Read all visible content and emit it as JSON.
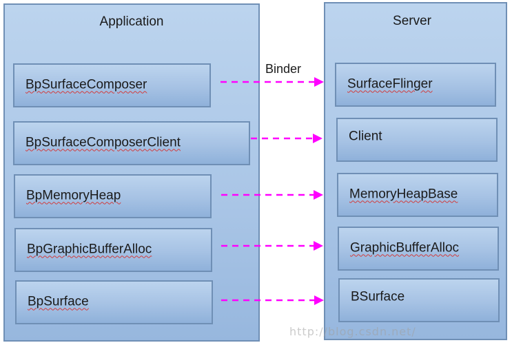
{
  "application": {
    "title": "Application",
    "components": [
      {
        "label": "BpSurfaceComposer"
      },
      {
        "label": "BpSurfaceComposerClient"
      },
      {
        "label": "BpMemoryHeap"
      },
      {
        "label": "BpGraphicBufferAlloc"
      },
      {
        "label": "BpSurface"
      }
    ]
  },
  "server": {
    "title": "Server",
    "components": [
      {
        "label": "SurfaceFlinger"
      },
      {
        "label": "Client"
      },
      {
        "label": "MemoryHeapBase"
      },
      {
        "label": "GraphicBufferAlloc"
      },
      {
        "label": "BSurface"
      }
    ]
  },
  "connector": {
    "label": "Binder",
    "color": "#ff00ff"
  },
  "watermark": {
    "text": "http://blog.csdn.net/"
  }
}
